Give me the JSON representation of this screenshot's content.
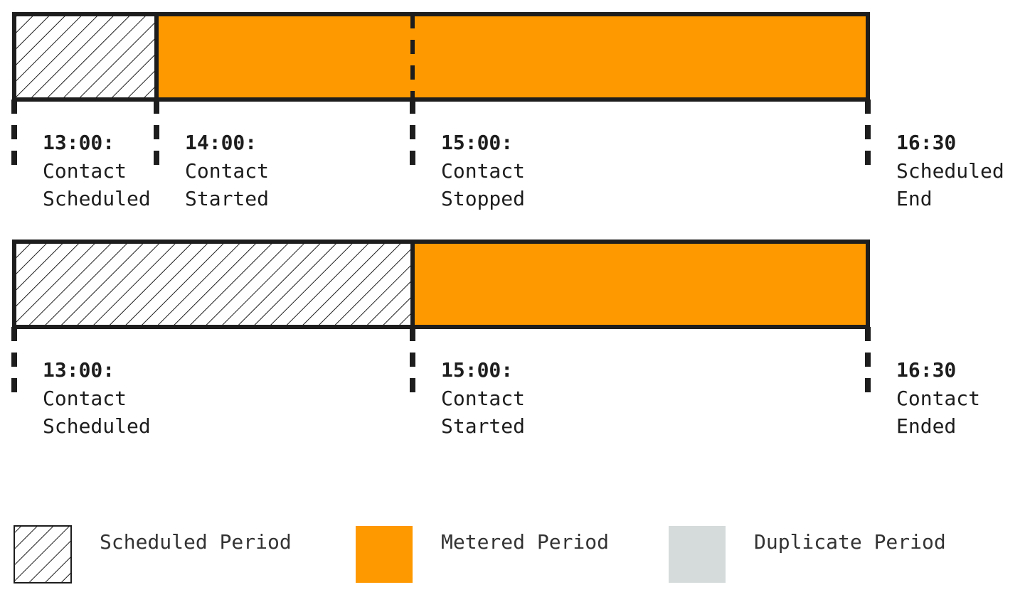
{
  "colors": {
    "metered": "#ff9900",
    "duplicate": "#d5dbdb",
    "stroke": "#1d1d1d"
  },
  "timelines": [
    {
      "name": "timeline-early-start",
      "labels": [
        {
          "time": "13:00:",
          "line1": "Contact",
          "line2": "Scheduled"
        },
        {
          "time": "14:00:",
          "line1": "Contact",
          "line2": "Started"
        },
        {
          "time": "15:00:",
          "line1": "Contact",
          "line2": "Stopped"
        },
        {
          "time": "16:30",
          "line1": "Scheduled",
          "line2": "End"
        }
      ]
    },
    {
      "name": "timeline-late-start",
      "labels": [
        {
          "time": "13:00:",
          "line1": "Contact",
          "line2": "Scheduled"
        },
        {
          "time": "15:00:",
          "line1": "Contact",
          "line2": "Started"
        },
        {
          "time": "16:30",
          "line1": "Contact",
          "line2": "Ended"
        }
      ]
    }
  ],
  "legend": {
    "scheduled": "Scheduled Period",
    "metered": "Metered Period",
    "duplicate": "Duplicate Period"
  }
}
